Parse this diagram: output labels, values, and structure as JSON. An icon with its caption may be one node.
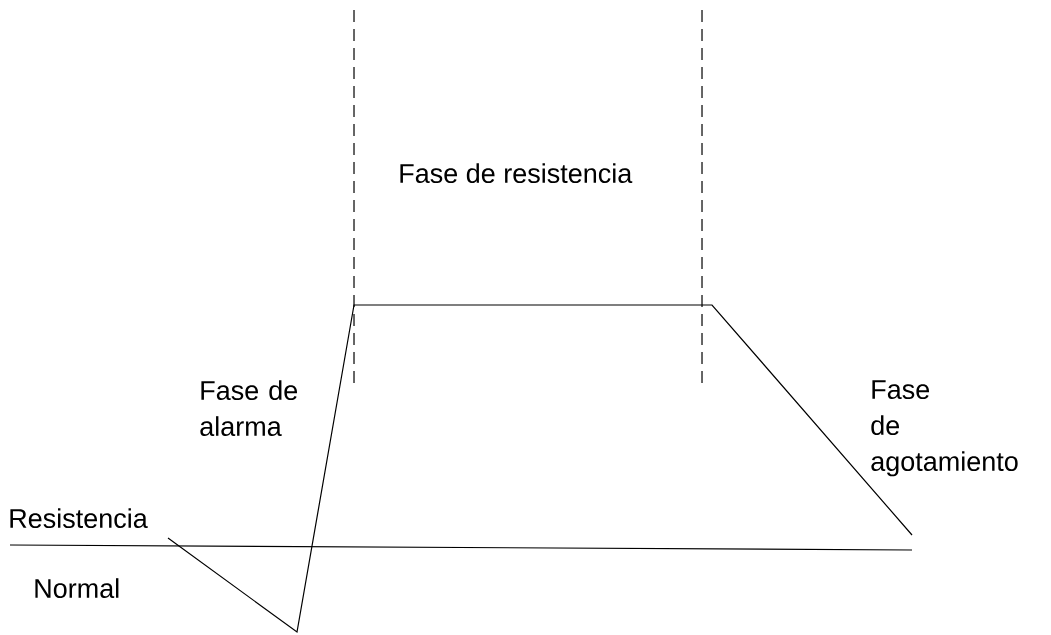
{
  "diagram": {
    "labels": [
      "Fase de resistencia",
      "Fase de alarma",
      "Fase de agotamiento",
      "Resistencia",
      "Normal"
    ]
  }
}
